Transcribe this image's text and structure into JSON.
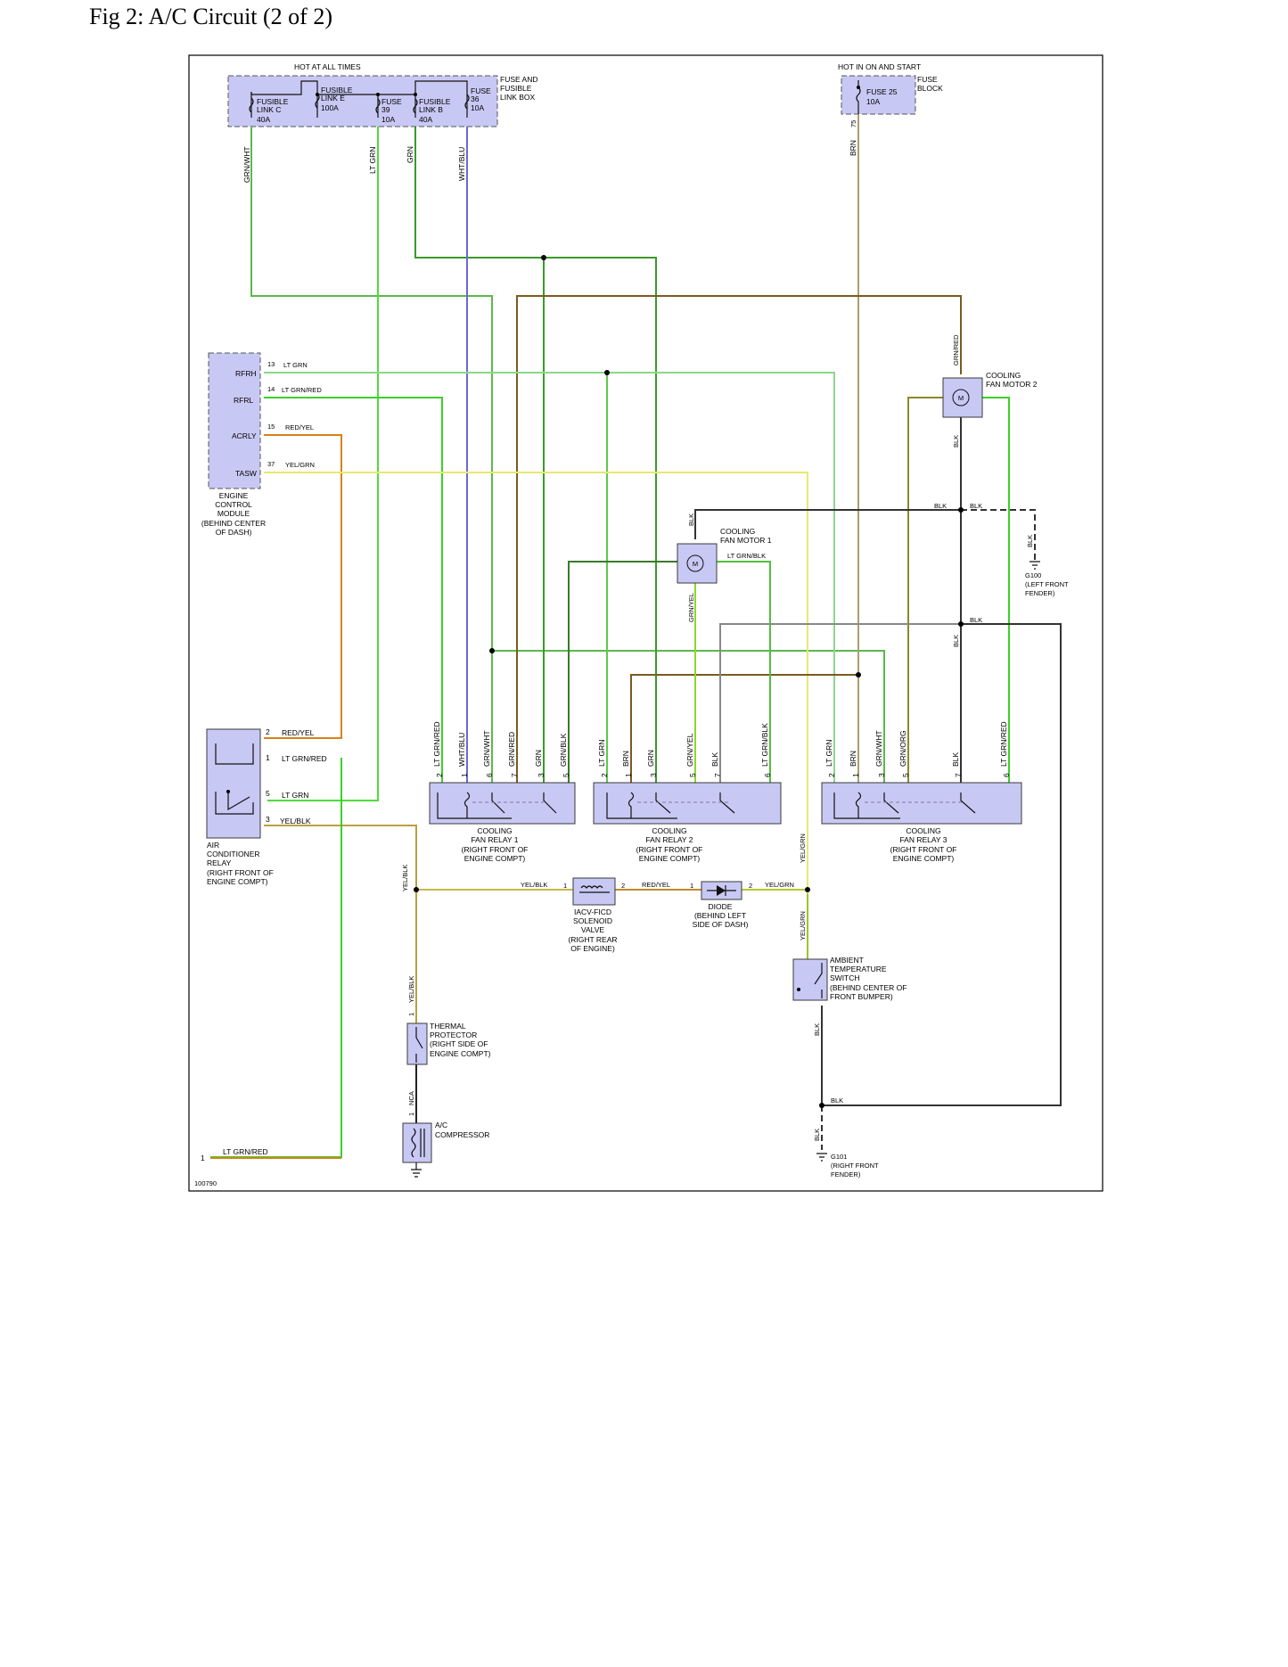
{
  "title": "Fig 2: A/C Circuit (2 of 2)",
  "diagram_id": "100790",
  "colors": {
    "grn": "#3a9a2a",
    "lt_grn": "#4fdc3a",
    "brn": "#8a6a2a",
    "blu": "#6a6ad0",
    "orn": "#d9801a",
    "yel": "#dede2a",
    "blk": "#333333",
    "grn_red": "#7a5a20",
    "pale_grn": "#8ad88a",
    "box_fill": "#c8c8f4"
  },
  "top": {
    "hot_at_all_times": "HOT AT ALL TIMES",
    "hot_in_on_start": "HOT IN ON AND START",
    "fuse_link_box": [
      "FUSE AND",
      "FUSIBLE",
      "LINK BOX"
    ],
    "fuse_block": [
      "FUSE",
      "BLOCK"
    ],
    "fusible_c": [
      "FUSIBLE",
      "LINK C",
      "40A"
    ],
    "fusible_e": [
      "FUSIBLE",
      "LINK E",
      "100A"
    ],
    "fuse39": [
      "FUSE",
      "39",
      "10A"
    ],
    "fusible_b": [
      "FUSIBLE",
      "LINK B",
      "40A"
    ],
    "fuse36": [
      "FUSE",
      "36",
      "10A"
    ],
    "fuse25": [
      "FUSE 25",
      "10A"
    ],
    "pin_75": "75"
  },
  "wires": {
    "grn_wht": "GRN/WHT",
    "lt_grn": "LT GRN",
    "grn": "GRN",
    "wht_blu": "WHT/BLU",
    "brn": "BRN",
    "grn_red": "GRN/RED",
    "blk": "BLK",
    "lt_grn_red": "LT GRN/RED",
    "red_yel": "RED/YEL",
    "yel_grn": "YEL/GRN",
    "yel_blk": "YEL/BLK",
    "lt_grn_blk": "LT GRN/BLK",
    "grn_yel": "GRN/YEL",
    "grn_blk": "GRN/BLK",
    "grn_org": "GRN/ORG",
    "nca": "NCA"
  },
  "ecm": {
    "pins": [
      {
        "num": "13",
        "name": "RFRH",
        "wire": "LT GRN"
      },
      {
        "num": "14",
        "name": "RFRL",
        "wire": "LT GRN/RED"
      },
      {
        "num": "15",
        "name": "ACRLY",
        "wire": "RED/YEL"
      },
      {
        "num": "37",
        "name": "TASW",
        "wire": "YEL/GRN"
      }
    ],
    "label": [
      "ENGINE",
      "CONTROL",
      "MODULE",
      "(BEHIND CENTER",
      "OF DASH)"
    ]
  },
  "ac_relay": {
    "pins": [
      {
        "num": "2",
        "wire": "RED/YEL"
      },
      {
        "num": "1",
        "wire": "LT GRN/RED"
      },
      {
        "num": "5",
        "wire": "LT GRN"
      },
      {
        "num": "3",
        "wire": "YEL/BLK"
      }
    ],
    "label": [
      "AIR",
      "CONDITIONER",
      "RELAY",
      "(RIGHT FRONT OF",
      "ENGINE COMPT)"
    ]
  },
  "relay1": {
    "pins": [
      {
        "num": "2",
        "wire": "LT GRN/RED"
      },
      {
        "num": "1",
        "wire": "WHT/BLU"
      },
      {
        "num": "6",
        "wire": "GRN/WHT"
      },
      {
        "num": "7",
        "wire": "GRN/RED"
      },
      {
        "num": "3",
        "wire": "GRN"
      },
      {
        "num": "5",
        "wire": "GRN/BLK"
      }
    ],
    "label": [
      "COOLING",
      "FAN RELAY 1",
      "(RIGHT FRONT OF",
      "ENGINE COMPT)"
    ]
  },
  "relay2": {
    "pins": [
      {
        "num": "2",
        "wire": "LT GRN"
      },
      {
        "num": "1",
        "wire": "BRN"
      },
      {
        "num": "3",
        "wire": "GRN"
      },
      {
        "num": "5",
        "wire": "GRN/YEL"
      },
      {
        "num": "7",
        "wire": "BLK"
      },
      {
        "num": "6",
        "wire": "LT GRN/BLK"
      }
    ],
    "label": [
      "COOLING",
      "FAN RELAY 2",
      "(RIGHT FRONT OF",
      "ENGINE COMPT)"
    ]
  },
  "relay3": {
    "pins": [
      {
        "num": "2",
        "wire": "LT GRN"
      },
      {
        "num": "1",
        "wire": "BRN"
      },
      {
        "num": "3",
        "wire": "GRN/WHT"
      },
      {
        "num": "5",
        "wire": "GRN/ORG"
      },
      {
        "num": "7",
        "wire": "BLK"
      },
      {
        "num": "6",
        "wire": "LT GRN/RED"
      }
    ],
    "label": [
      "COOLING",
      "FAN RELAY 3",
      "(RIGHT FRONT OF",
      "ENGINE COMPT)"
    ]
  },
  "motor1": {
    "label": [
      "COOLING",
      "FAN MOTOR 1"
    ],
    "symbol": "M"
  },
  "motor2": {
    "label": [
      "COOLING",
      "FAN MOTOR 2"
    ],
    "symbol": "M"
  },
  "g100": [
    "G100",
    "(LEFT FRONT",
    "FENDER)"
  ],
  "g101": [
    "G101",
    "(RIGHT FRONT",
    "FENDER)"
  ],
  "iacv": {
    "label": [
      "IACV-FICD",
      "SOLENOID",
      "VALVE",
      "(RIGHT REAR",
      "OF ENGINE)"
    ],
    "pin1": "1",
    "pin2": "2"
  },
  "diode": {
    "label": [
      "DIODE",
      "(BEHIND LEFT",
      "SIDE OF DASH)"
    ],
    "pin1": "1",
    "pin2": "2"
  },
  "ambient": {
    "label": [
      "AMBIENT",
      "TEMPERATURE",
      "SWITCH",
      "(BEHIND CENTER OF",
      "FRONT BUMPER)"
    ]
  },
  "thermal": {
    "label": [
      "THERMAL",
      "PROTECTOR",
      "(RIGHT SIDE OF",
      "ENGINE COMPT)"
    ],
    "pin": "1"
  },
  "compressor": {
    "label": [
      "A/C",
      "COMPRESSOR"
    ],
    "pin": "1"
  },
  "bottom_left": {
    "pin": "1",
    "wire": "LT GRN/RED"
  }
}
